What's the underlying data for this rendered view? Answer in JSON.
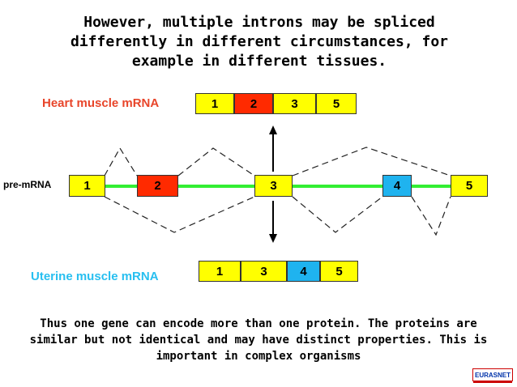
{
  "title": {
    "line1": "However, multiple introns may be spliced",
    "line2": "differently in different circumstances, for",
    "line3": "example in different tissues."
  },
  "heart": {
    "label": "Heart muscle mRNA",
    "exons": [
      "1",
      "2",
      "3",
      "5"
    ]
  },
  "pre_mrna": {
    "label": "pre-mRNA",
    "exons": [
      "1",
      "2",
      "3",
      "4",
      "5"
    ]
  },
  "uterine": {
    "label": "Uterine muscle mRNA",
    "exons": [
      "1",
      "3",
      "4",
      "5"
    ]
  },
  "footer": {
    "line1": "Thus one gene can encode more than one protein. The proteins are",
    "line2": "similar but not identical and may have distinct properties. This is",
    "line3": "important in complex organisms"
  },
  "logo": {
    "text": "EURASNET"
  },
  "colors": {
    "exon_default": "#ffff00",
    "exon_2": "#ff2a00",
    "exon_4": "#1fb3ef",
    "backbone": "#33ee33",
    "heart_label": "#e8452a",
    "uterine_label": "#27bff0"
  }
}
